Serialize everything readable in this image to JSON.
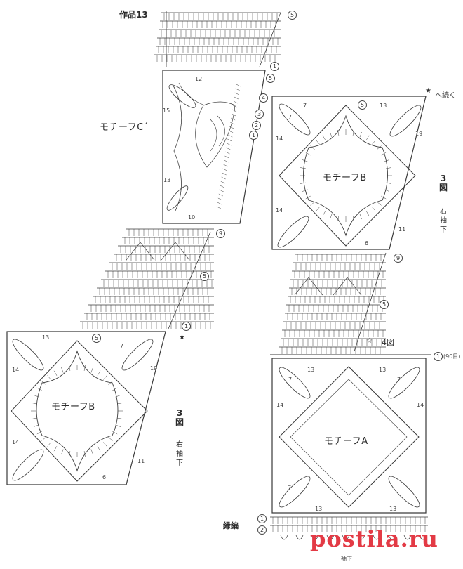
{
  "title": "作品13",
  "motifs": {
    "c": "モチーフC´",
    "b_top": "モチーフB",
    "b_left": "モチーフB",
    "a": "モチーフA"
  },
  "figure_label": {
    "num": "3",
    "unit": "図",
    "sleeve1": "右",
    "sleeve2": "袖",
    "sleeve3": "下"
  },
  "figure_label_left": {
    "num": "3",
    "unit": "図",
    "sleeve1": "右",
    "sleeve2": "袖",
    "sleeve3": "下"
  },
  "continue_label": "へ続く",
  "fig4_label": "4図",
  "count_label": "(90目)",
  "edge_label": "縁編",
  "sleeve_bottom": "袖下",
  "row_markers": {
    "top5": "5",
    "top1": "1",
    "c5": "5",
    "c4": "4",
    "c3": "3",
    "c2": "2",
    "c1": "1",
    "m9": "9",
    "m5": "5",
    "m1": "1",
    "r9": "9",
    "r5": "5",
    "r1": "1",
    "b1": "1",
    "b2": "2",
    "bl5": "5",
    "bt5": "5"
  },
  "stitch_counts": [
    "12",
    "15",
    "13",
    "10",
    "7",
    "14",
    "13",
    "7",
    "14",
    "19",
    "11",
    "6",
    "13",
    "14",
    "14",
    "7",
    "19",
    "11",
    "6",
    "13",
    "7",
    "14",
    "14",
    "13",
    "13",
    "7",
    "13",
    "7"
  ],
  "watermark": "postila.ru",
  "colors": {
    "line": "#3a3a3a",
    "accent": "#e33a45"
  }
}
